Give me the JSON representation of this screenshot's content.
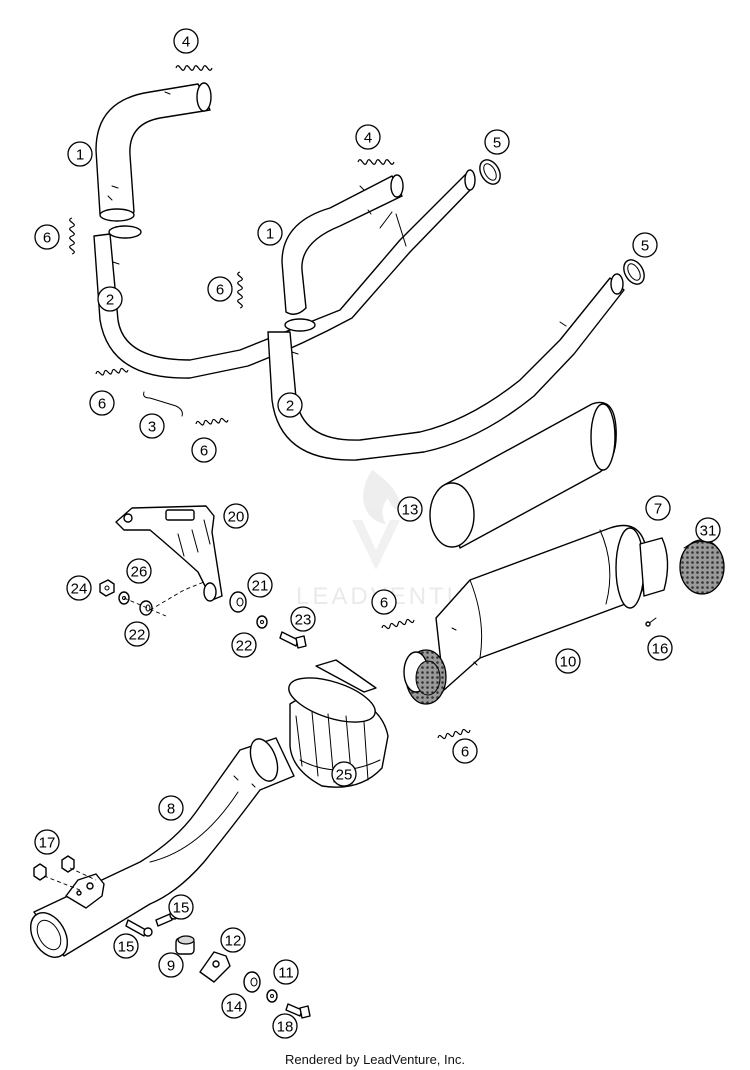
{
  "callouts": [
    "1",
    "2",
    "3",
    "4",
    "5",
    "6",
    "7",
    "8",
    "9",
    "10",
    "11",
    "12",
    "13",
    "14",
    "15",
    "16",
    "17",
    "18",
    "20",
    "21",
    "22",
    "23",
    "24",
    "25",
    "26",
    "31"
  ],
  "watermark": "LEADVENTURE",
  "footer": "Rendered by LeadVenture, Inc."
}
